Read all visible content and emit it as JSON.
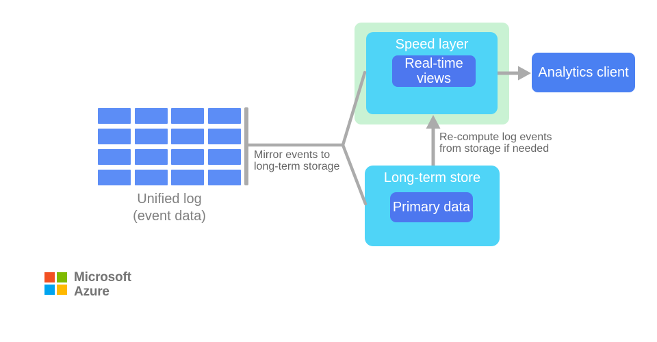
{
  "diagram": {
    "unified_log": {
      "caption": "Unified log\n(event data)",
      "grid_rows": 4,
      "grid_cols": 4
    },
    "mirror_annotation": "Mirror events to\nlong-term storage",
    "speed_layer": {
      "title": "Speed layer",
      "button": "Real-time\nviews"
    },
    "analytics_client": {
      "label": "Analytics client"
    },
    "long_term_store": {
      "title": "Long-term store",
      "button": "Primary data"
    },
    "recompute_annotation": "Re-compute log events\nfrom storage if needed"
  },
  "branding": {
    "logo_text": "Microsoft\nAzure"
  },
  "colors": {
    "cell_blue": "#5C8DF6",
    "box_cyan": "#4FD4F7",
    "panel_green": "#C9F2D3",
    "button_blue": "#4D77EF",
    "client_blue": "#4A80F2",
    "connector_gray": "#ABABAB",
    "label_gray": "#808080",
    "annotation_gray": "#666666",
    "ms_red": "#F25022",
    "ms_green": "#7FBA00",
    "ms_blue": "#00A4EF",
    "ms_yellow": "#FFB900",
    "ms_text": "#737373"
  }
}
